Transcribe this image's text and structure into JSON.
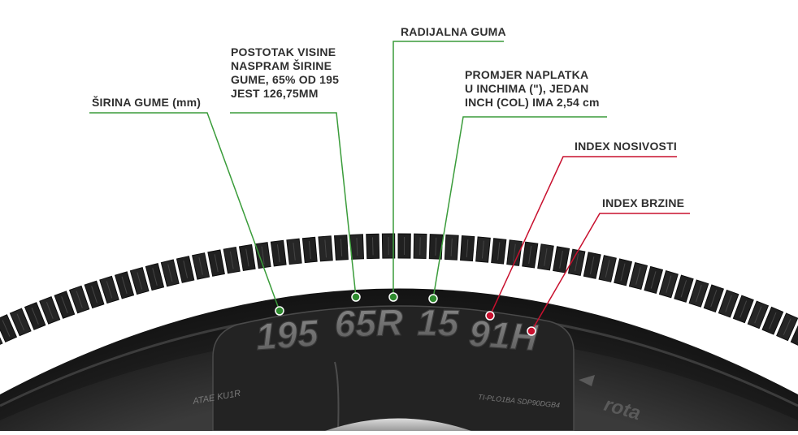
{
  "tire": {
    "sidewall_code": [
      "195",
      "65R",
      "15",
      "91H"
    ],
    "small_text_left": "ATAE  KU1R",
    "small_text_mid": "TI-PLO1BA  SDP90DGB4",
    "rotation_text": "rota"
  },
  "labels": {
    "width": {
      "lines": [
        "ŠIRINA GUME (mm)"
      ]
    },
    "aspect": {
      "lines": [
        "POSTOTAK VISINE",
        "NASPRAM ŠIRINE",
        "GUME, 65% OD 195",
        "JEST 126,75MM"
      ]
    },
    "radial": {
      "lines": [
        "RADIJALNA GUMA"
      ]
    },
    "rim": {
      "lines": [
        "PROMJER NAPLATKA",
        "U INCHIMA (\"), JEDAN",
        "INCH (COL) IMA 2,54 cm"
      ]
    },
    "load": {
      "lines": [
        "INDEX NOSIVOSTI"
      ]
    },
    "speed": {
      "lines": [
        "INDEX BRZINE"
      ]
    }
  },
  "colors": {
    "green_line": "#3a9c3a",
    "red_line": "#c8102e",
    "tire_dark": "#1c1c1c",
    "text_dark": "#2f2f2f"
  }
}
